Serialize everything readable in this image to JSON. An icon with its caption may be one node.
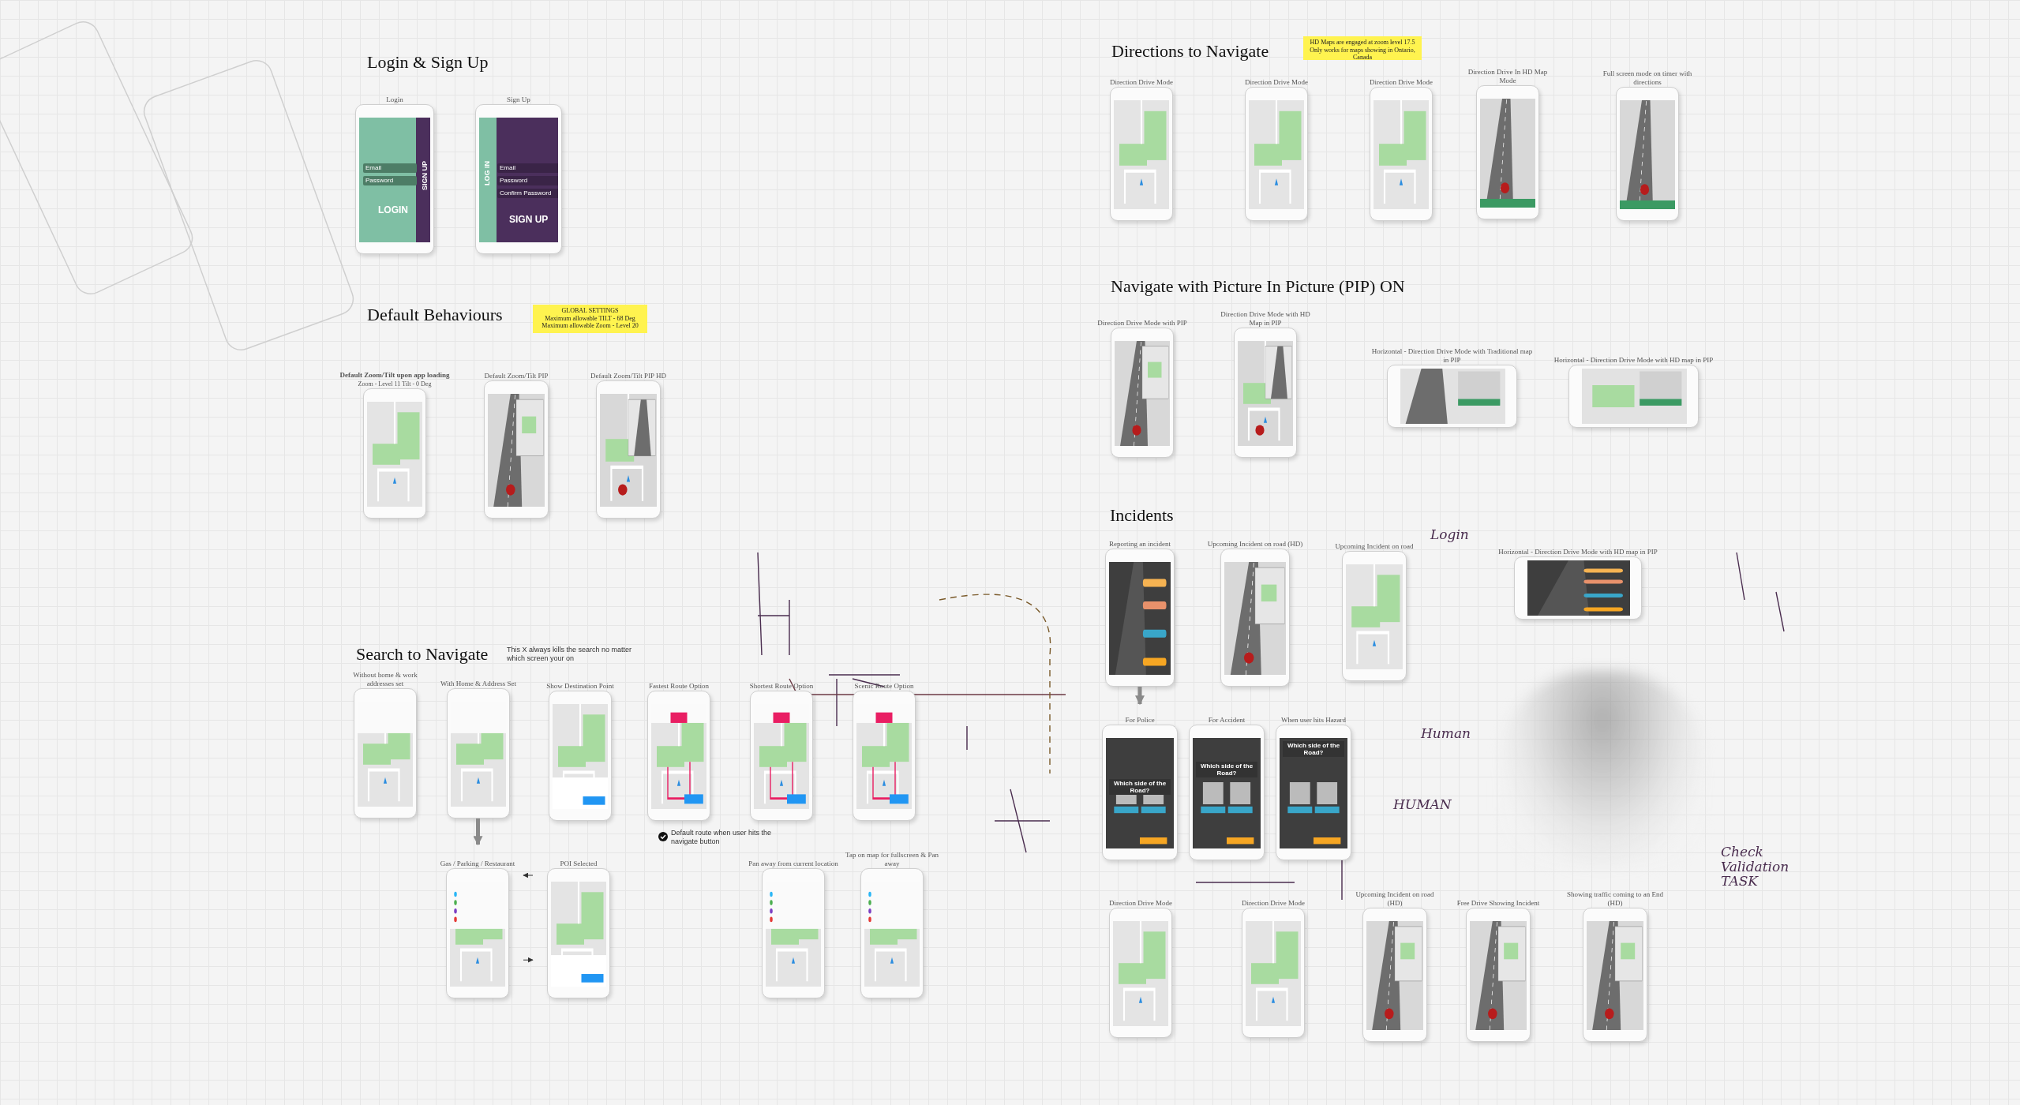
{
  "diagram": {
    "nodes": [
      {
        "text": [
          "Login"
        ]
      },
      {
        "text": [
          "Email"
        ],
        "in": 0
      },
      {
        "text": [
          "Password"
        ],
        "in": 0
      },
      {
        "text": [
          "Sign Up"
        ]
      },
      {
        "text": [
          "Email"
        ],
        "in": 3
      },
      {
        "text": [
          "Password"
        ],
        "in": 3
      },
      {
        "text": [
          "Confirm Password"
        ],
        "in": 3
      },
      {
        "text": [
          "HD Maps are engaged at zoom level 17.5",
          "Only works for maps showing in Ontario, Canada"
        ]
      },
      {
        "text": [
          "Direction Drive Mode"
        ]
      },
      {
        "text": [
          "Direction Drive Mode"
        ]
      },
      {
        "text": [
          "Direction Drive Mode"
        ]
      },
      {
        "text": [
          "Direction Drive In HD Map Mode"
        ]
      },
      {
        "text": [
          "Full screen mode on timer with directions"
        ]
      },
      {
        "text": [
          "Direction Drive Mode with PIP"
        ]
      },
      {
        "text": [
          "Direction Drive Mode with HD Map in PIP"
        ]
      },
      {
        "text": [
          "Horizontal - Direction Drive Mode with Traditional map in PIP"
        ]
      },
      {
        "text": [
          "Horizontal - Direction Drive Mode with HD map in PIP"
        ]
      },
      {
        "text": [
          "GLOBAL SETTINGS",
          "Maximum allowable TILT - 68 Deg",
          "Maximum allowable Zoom - Level 20"
        ]
      },
      {
        "text": [
          "Default Zoom/Tilt upon app loading",
          "Zoom - Level 11 Tilt - 0 Deg"
        ]
      },
      {
        "text": [
          "Default Zoom/Tilt PIP"
        ]
      },
      {
        "text": [
          "Default Zoom/Tilt PIP HD"
        ]
      },
      {
        "text": [
          "Reporting an incident"
        ]
      },
      {
        "text": [
          "Upcoming Incident on road (HD)"
        ]
      },
      {
        "text": [
          "Upcoming Incident on road"
        ]
      },
      {
        "text": [
          "Horizontal - Direction Drive Mode with HD map in PIP"
        ]
      },
      {
        "text": [
          "For Police"
        ]
      },
      {
        "text": [
          "For Accident"
        ]
      },
      {
        "text": [
          "When user hits Hazard"
        ]
      },
      {
        "text": [
          "Direction Drive Mode"
        ]
      },
      {
        "text": [
          "Direction Drive Mode"
        ]
      },
      {
        "text": [
          "Upcoming Incident on road (HD)"
        ]
      },
      {
        "text": [
          "Free Drive Showing Incident"
        ]
      },
      {
        "text": [
          "Showing traffic coming to an End (HD)"
        ]
      },
      {
        "text": [
          "Without home & work addresses set"
        ]
      },
      {
        "text": [
          "With Home & Address Set"
        ]
      },
      {
        "text": [
          "Show Destination Point"
        ]
      },
      {
        "text": [
          "Fastest Route Option"
        ]
      },
      {
        "text": [
          "Shortest Route Option"
        ]
      },
      {
        "text": [
          "Scenic Route Option"
        ]
      },
      {
        "text": [
          "Gas / Parking / Restaurant"
        ]
      },
      {
        "text": [
          "POI Selected"
        ]
      },
      {
        "text": [
          "Pan away from current location"
        ]
      },
      {
        "text": [
          "Tap on map for fullscreen & Pan away"
        ]
      }
    ],
    "edges": [
      {
        "from": 34,
        "to": 39,
        "arrow": "to",
        "style": "thick",
        "color": "#8a8a8a"
      },
      {
        "from": 21,
        "to": 25,
        "arrow": "to",
        "style": "thick",
        "color": "#8a8a8a"
      },
      {
        "from": 40,
        "to": 39,
        "arrow": "to"
      },
      {
        "from": 39,
        "to": 40,
        "arrow": "to"
      }
    ],
    "labels": [
      "Login & Sign Up",
      "LOGIN",
      "SIGN UP",
      "LOG IN",
      "SIGN UP",
      "Directions to Navigate",
      "Navigate with Picture In Picture (PIP) ON",
      "Default Behaviours",
      "Incidents",
      "Which side of the Road?",
      "Which side of the Road?",
      "Which side of the Road?",
      "Search to Navigate",
      "This X always kills the search no matter which screen your on",
      "Default route when user hits the navigate button",
      "Login",
      "Human",
      "HUMAN",
      "Check Validation TASK"
    ]
  }
}
